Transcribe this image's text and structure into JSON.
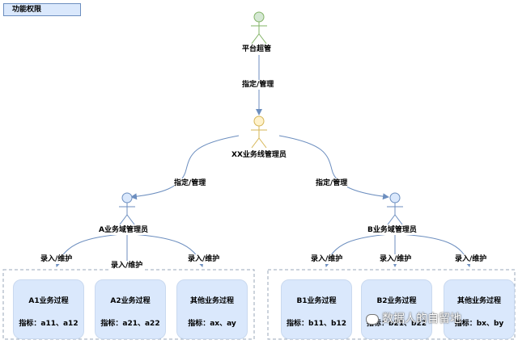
{
  "title": "功能权限",
  "actors": {
    "platform": "平台超管",
    "line": "XX业务线管理员",
    "domain_a": "A业务域管理员",
    "domain_b": "B业务域管理员"
  },
  "edge_labels": {
    "assign_top": "指定/管理",
    "assign_a": "指定/管理",
    "assign_b": "指定/管理",
    "entry": "录入/维护"
  },
  "processes_a": [
    {
      "title": "A1业务过程",
      "metric": "指标：a11、a12"
    },
    {
      "title": "A2业务过程",
      "metric": "指标：a21、a22"
    },
    {
      "title": "其他业务过程",
      "metric": "指标：ax、ay"
    }
  ],
  "processes_b": [
    {
      "title": "B1业务过程",
      "metric": "指标：b11、b12"
    },
    {
      "title": "B2业务过程",
      "metric": "指标：b21、b22"
    },
    {
      "title": "其他业务过程",
      "metric": "指标：bx、by"
    }
  ],
  "watermark": "数据人的自留地",
  "colors": {
    "platform_actor": "#d5e8d4",
    "line_actor": "#fff2cc",
    "domain_actor": "#dae8fc",
    "process_fill": "#dae8fc",
    "edge": "#6c8ebf"
  }
}
